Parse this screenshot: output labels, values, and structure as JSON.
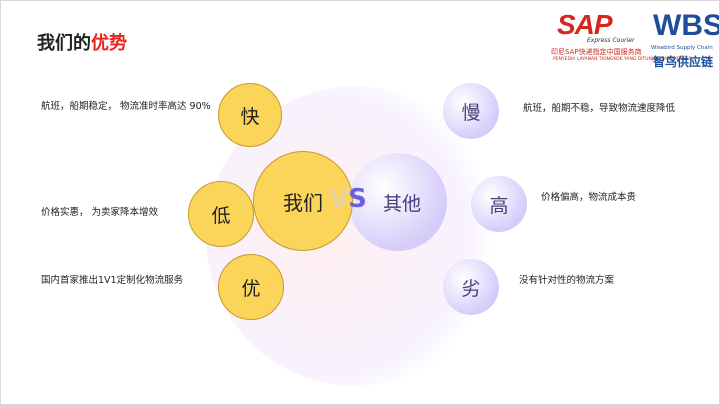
{
  "title": {
    "prefix": "我们的",
    "highlight": "优势"
  },
  "logos": {
    "sap_mark": "SAP",
    "sap_sub": "Express Courier",
    "sap_cn": "印尼SAP快递指定中国服务商",
    "sap_id": "PENYEDIA LAYANAN TIONGKOK YANG DITUNJUK SAP EXPRESS",
    "wbs_mark": "WBS",
    "wbs_en": "Wisebird Supply Chain",
    "wbs_cn": "智鸟供应链"
  },
  "center": {
    "us": "我们",
    "vs_v": "V",
    "vs_s": "S",
    "others": "其他"
  },
  "left": [
    {
      "char": "快",
      "text": "航班，船期稳定， 物流准时率高达 90%"
    },
    {
      "char": "低",
      "text": "价格实惠，  为卖家降本增效"
    },
    {
      "char": "优",
      "text": "国内首家推出1V1定制化物流服务"
    }
  ],
  "right": [
    {
      "char": "慢",
      "text": "航班，船期不稳，导致物流速度降低"
    },
    {
      "char": "高",
      "text": "价格偏高，物流成本贵"
    },
    {
      "char": "劣",
      "text": "没有针对性的物流方案"
    }
  ],
  "colors": {
    "accent": "#e8231b",
    "yellow": "#fbd55a",
    "purple": "#d6ccfa",
    "brand_blue": "#1d4e9a"
  }
}
